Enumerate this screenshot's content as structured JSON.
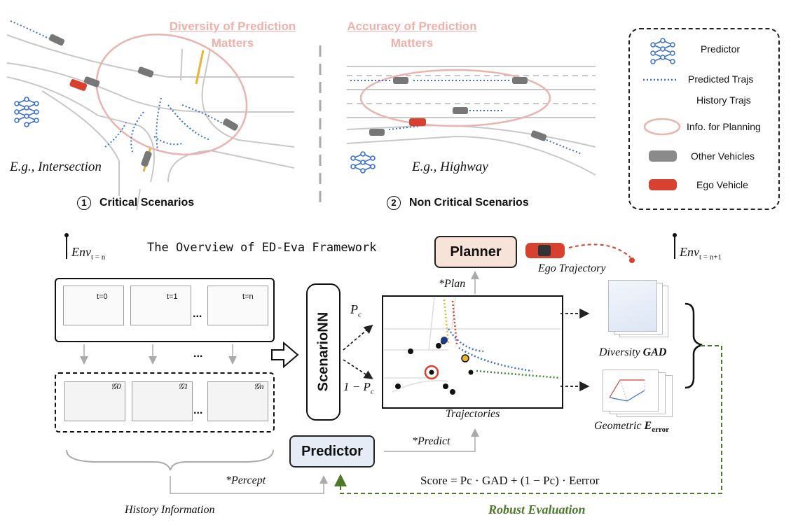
{
  "top": {
    "left_header_1": "Diversity of Prediction",
    "left_header_2": "Matters",
    "right_header_1": "Accuracy of Prediction",
    "right_header_2": "Matters",
    "left_example": "E.g., Intersection",
    "right_example": "E.g., Highway",
    "left_title": "Critical Scenarios",
    "right_title": "Non Critical Scenarios",
    "left_num": "1",
    "right_num": "2"
  },
  "legend": {
    "items": [
      {
        "label": "Predictor",
        "icon": "network-icon"
      },
      {
        "label": "Predicted Trajs",
        "icon": "dotted-line-icon"
      },
      {
        "label": "History Trajs",
        "icon": "gradient-line-icon"
      },
      {
        "label": "Info. for Planning",
        "icon": "ellipse-icon"
      },
      {
        "label": "Other Vehicles",
        "icon": "gray-car-icon"
      },
      {
        "label": "Ego Vehicle",
        "icon": "red-car-icon"
      }
    ]
  },
  "framework": {
    "title": "The Overview of ED-Eva Framework",
    "env_start": "Env",
    "env_start_sub": "t = n",
    "env_end": "Env",
    "env_end_sub": "t = n+1",
    "frames": [
      "t=0",
      "t=1",
      "t=n"
    ],
    "graphs": [
      "𝒢0",
      "𝒢1",
      "𝒢n"
    ],
    "ellipsis": "...",
    "scenario_nn": "ScenarioNN",
    "pc": "P",
    "pc_sub": "c",
    "one_minus_pc": "1 − P",
    "planner": "Planner",
    "predictor": "Predictor",
    "plan_label": "*Plan",
    "predict_label": "*Predict",
    "percept_label": "*Percept",
    "ego_traj": "Ego Trajectory",
    "trajectories": "Trajectories",
    "diversity_label": "Diversity",
    "diversity_bold": "GAD",
    "geometric_label": "Geometric",
    "geometric_bold": "E",
    "geometric_sub": "error",
    "score_formula": "Score = Pc · GAD + (1 − Pc) · Eerror",
    "history_info": "History Information",
    "robust_eval": "Robust Evaluation"
  },
  "colors": {
    "ego_red": "#d8412f",
    "pink_ellipse": "#eab3ad",
    "pred_blue": "#3a6fd0",
    "green_dashed": "#4d7a2a",
    "planner_fill": "#f8e3d9",
    "predictor_fill": "#e6ecf6"
  }
}
